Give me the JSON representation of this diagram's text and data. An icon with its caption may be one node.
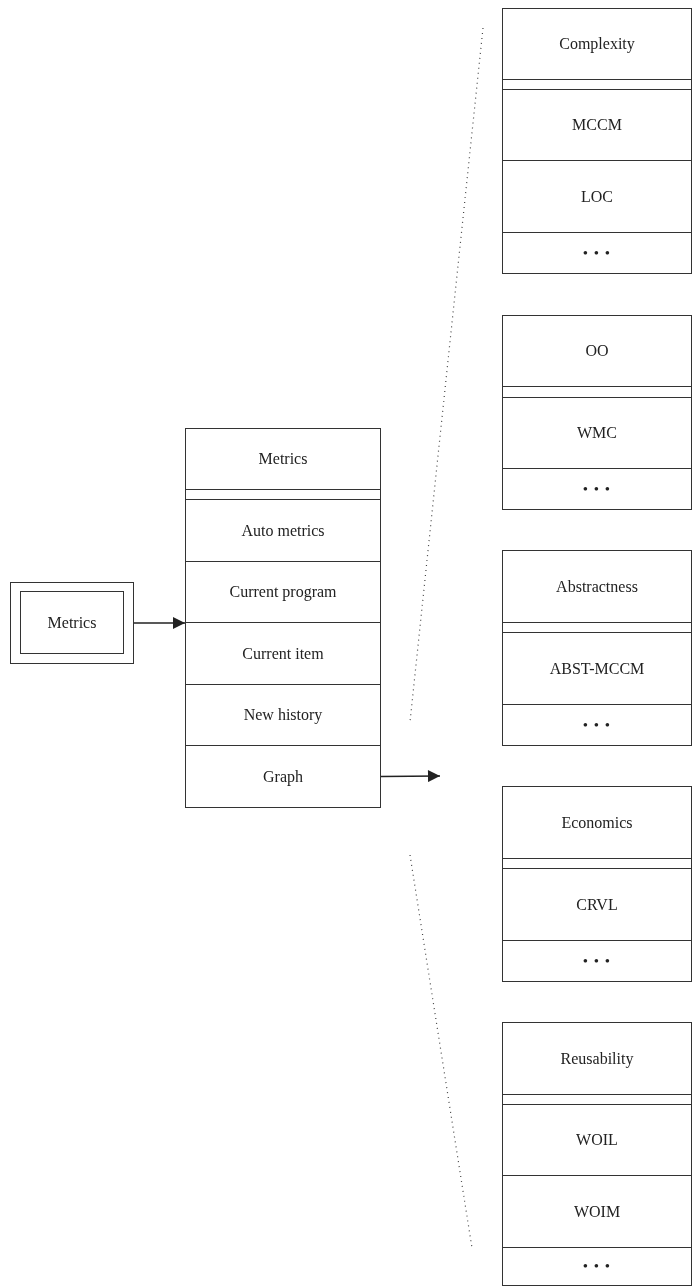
{
  "diagram": {
    "nodes": [
      {
        "text": [
          "Metrics"
        ]
      },
      {
        "text": [],
        "shape": "box"
      },
      {
        "text": [
          "Metrics"
        ],
        "in": 1
      },
      {
        "text": [
          "Auto metrics"
        ],
        "in": 1
      },
      {
        "text": [
          "Current program"
        ],
        "in": 1
      },
      {
        "text": [
          "Current item"
        ],
        "in": 1
      },
      {
        "text": [
          "New history"
        ],
        "in": 1
      },
      {
        "text": [
          "Graph"
        ],
        "in": 1
      },
      {
        "text": [],
        "shape": "box"
      },
      {
        "text": [
          "Complexity"
        ],
        "in": 8
      },
      {
        "text": [
          "MCCM"
        ],
        "in": 8
      },
      {
        "text": [
          "LOC"
        ],
        "in": 8
      },
      {
        "text": [
          "• • •"
        ],
        "in": 8
      },
      {
        "text": [],
        "shape": "box"
      },
      {
        "text": [
          "OO"
        ],
        "in": 13
      },
      {
        "text": [
          "WMC"
        ],
        "in": 13
      },
      {
        "text": [
          "• • •"
        ],
        "in": 13
      },
      {
        "text": [],
        "shape": "box"
      },
      {
        "text": [
          "Abstractness"
        ],
        "in": 17
      },
      {
        "text": [
          "ABST-MCCM"
        ],
        "in": 17
      },
      {
        "text": [
          "• • •"
        ],
        "in": 17
      },
      {
        "text": [],
        "shape": "box"
      },
      {
        "text": [
          "Economics"
        ],
        "in": 21
      },
      {
        "text": [
          "CRVL"
        ],
        "in": 21
      },
      {
        "text": [
          "• • •"
        ],
        "in": 21
      },
      {
        "text": [],
        "shape": "box"
      },
      {
        "text": [
          "Reusability"
        ],
        "in": 25
      },
      {
        "text": [
          "WOIL"
        ],
        "in": 25
      },
      {
        "text": [
          "WOIM"
        ],
        "in": 25
      },
      {
        "text": [
          "• • •"
        ],
        "in": 25
      }
    ],
    "edges": [
      {
        "from": 0,
        "to": 1,
        "arrow": "to"
      },
      {
        "from": 7,
        "to": null,
        "arrow": "to"
      }
    ]
  }
}
